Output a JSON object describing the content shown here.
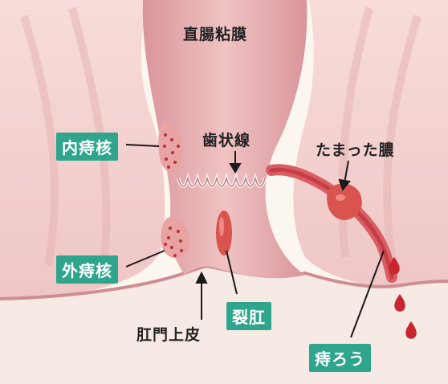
{
  "labels": {
    "mucosa": "直腸粘膜",
    "internal_hemorrhoid": "内痔核",
    "dentate_line": "歯状線",
    "pus": "たまった膿",
    "external_hemorrhoid": "外痔核",
    "anal_fissure": "裂肛",
    "anoderm": "肛門上皮",
    "fistula": "痔ろう"
  },
  "colors": {
    "background": "#fbf6ee",
    "tissue": "#e8b2b4",
    "tissue_dark": "#d48d94",
    "lesion": "#d9534f",
    "blood": "#c8262e",
    "label_box": "#2ea58c"
  }
}
